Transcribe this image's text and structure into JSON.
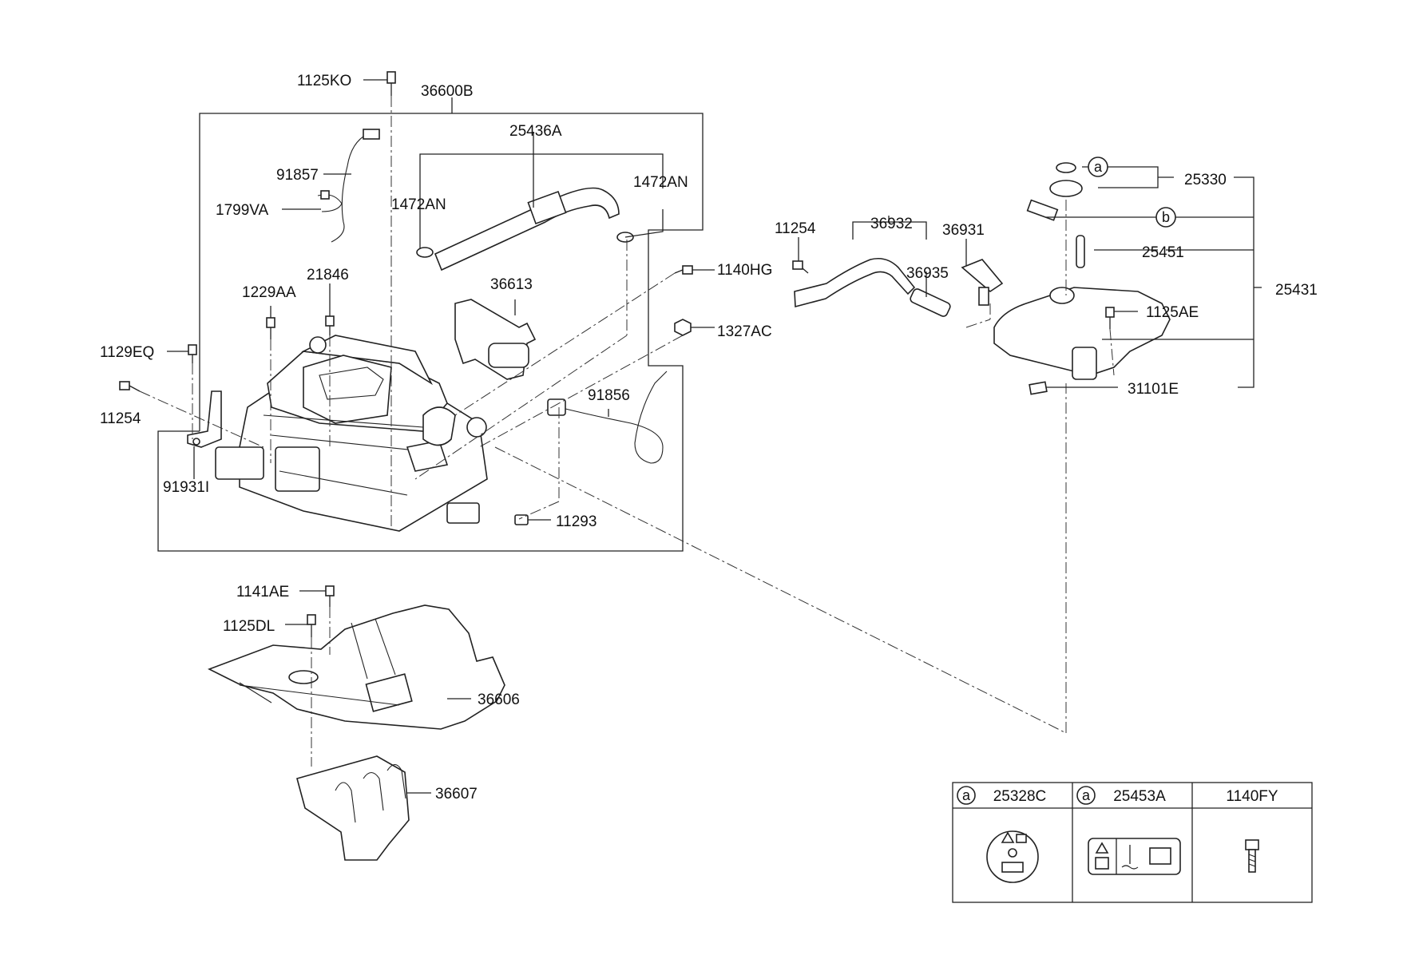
{
  "callouts": {
    "c1125KO": "1125KO",
    "c36600B": "36600B",
    "c25436A": "25436A",
    "c91857": "91857",
    "c1799VA": "1799VA",
    "c1472AN_left": "1472AN",
    "c1472AN_right": "1472AN",
    "c1140HG": "1140HG",
    "c1229AA": "1229AA",
    "c21846": "21846",
    "c36613": "36613",
    "c1327AC": "1327AC",
    "c1129EQ": "1129EQ",
    "c11254_left": "11254",
    "c91856": "91856",
    "c91931I": "91931I",
    "c11293": "11293",
    "c1141AE": "1141AE",
    "c1125DL": "1125DL",
    "c36606": "36606",
    "c36607": "36607",
    "c11254_right": "11254",
    "c36932": "36932",
    "c36931": "36931",
    "c36935": "36935",
    "c25330": "25330",
    "c25451": "25451",
    "c25431": "25431",
    "c1125AE": "1125AE",
    "c31101E": "31101E",
    "ref_a": "a",
    "ref_b": "b"
  },
  "legend_table": {
    "columns": [
      {
        "ref": "a",
        "part": "25328C",
        "icon": "warning-cap-label-icon"
      },
      {
        "ref": "a",
        "part": "25453A",
        "icon": "coolant-warning-label-icon"
      },
      {
        "ref": "",
        "part": "1140FY",
        "icon": "bolt-icon"
      }
    ]
  }
}
